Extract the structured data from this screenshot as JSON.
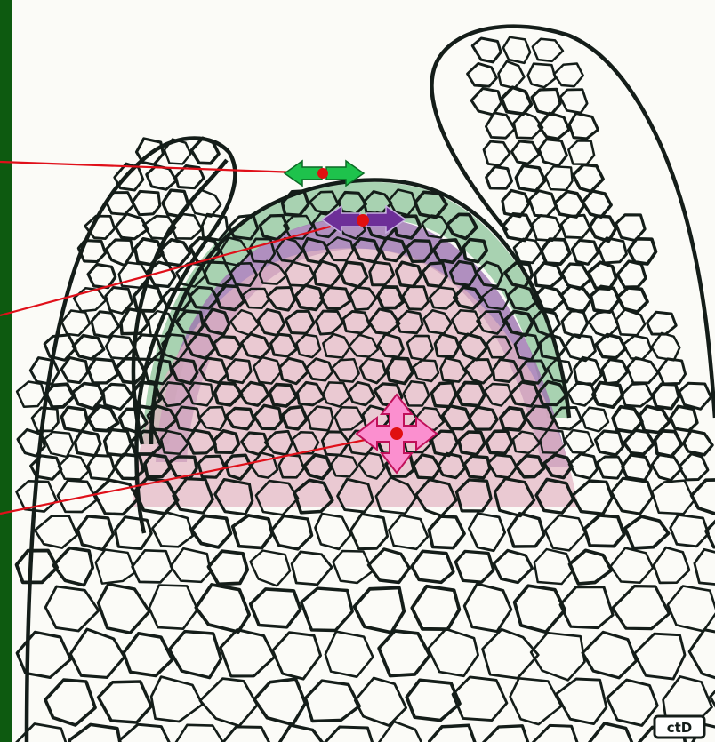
{
  "figure": {
    "signature": "ctD",
    "colors": {
      "frame": "#0d5a10",
      "paper": "#fbfbf7",
      "cell_wall": "#141d19",
      "tunica_outer": "#8cc49a",
      "tunica_inner": "#9d74b0",
      "corpus": "#e3b4c2",
      "leader_line": "#e0101a",
      "arrow_green": "#1ec24c",
      "arrow_purple": "#6d2f98",
      "arrow_pink": "#fb8fcf",
      "arrow_dot": "#e01010"
    }
  },
  "arrows": [
    {
      "name": "outer-tunica-arrow",
      "type": "horizontal",
      "color": "arrow_green"
    },
    {
      "name": "inner-tunica-arrow",
      "type": "horizontal",
      "color": "arrow_purple"
    },
    {
      "name": "corpus-arrow",
      "type": "cross",
      "color": "arrow_pink"
    }
  ],
  "leader_lines": 3
}
